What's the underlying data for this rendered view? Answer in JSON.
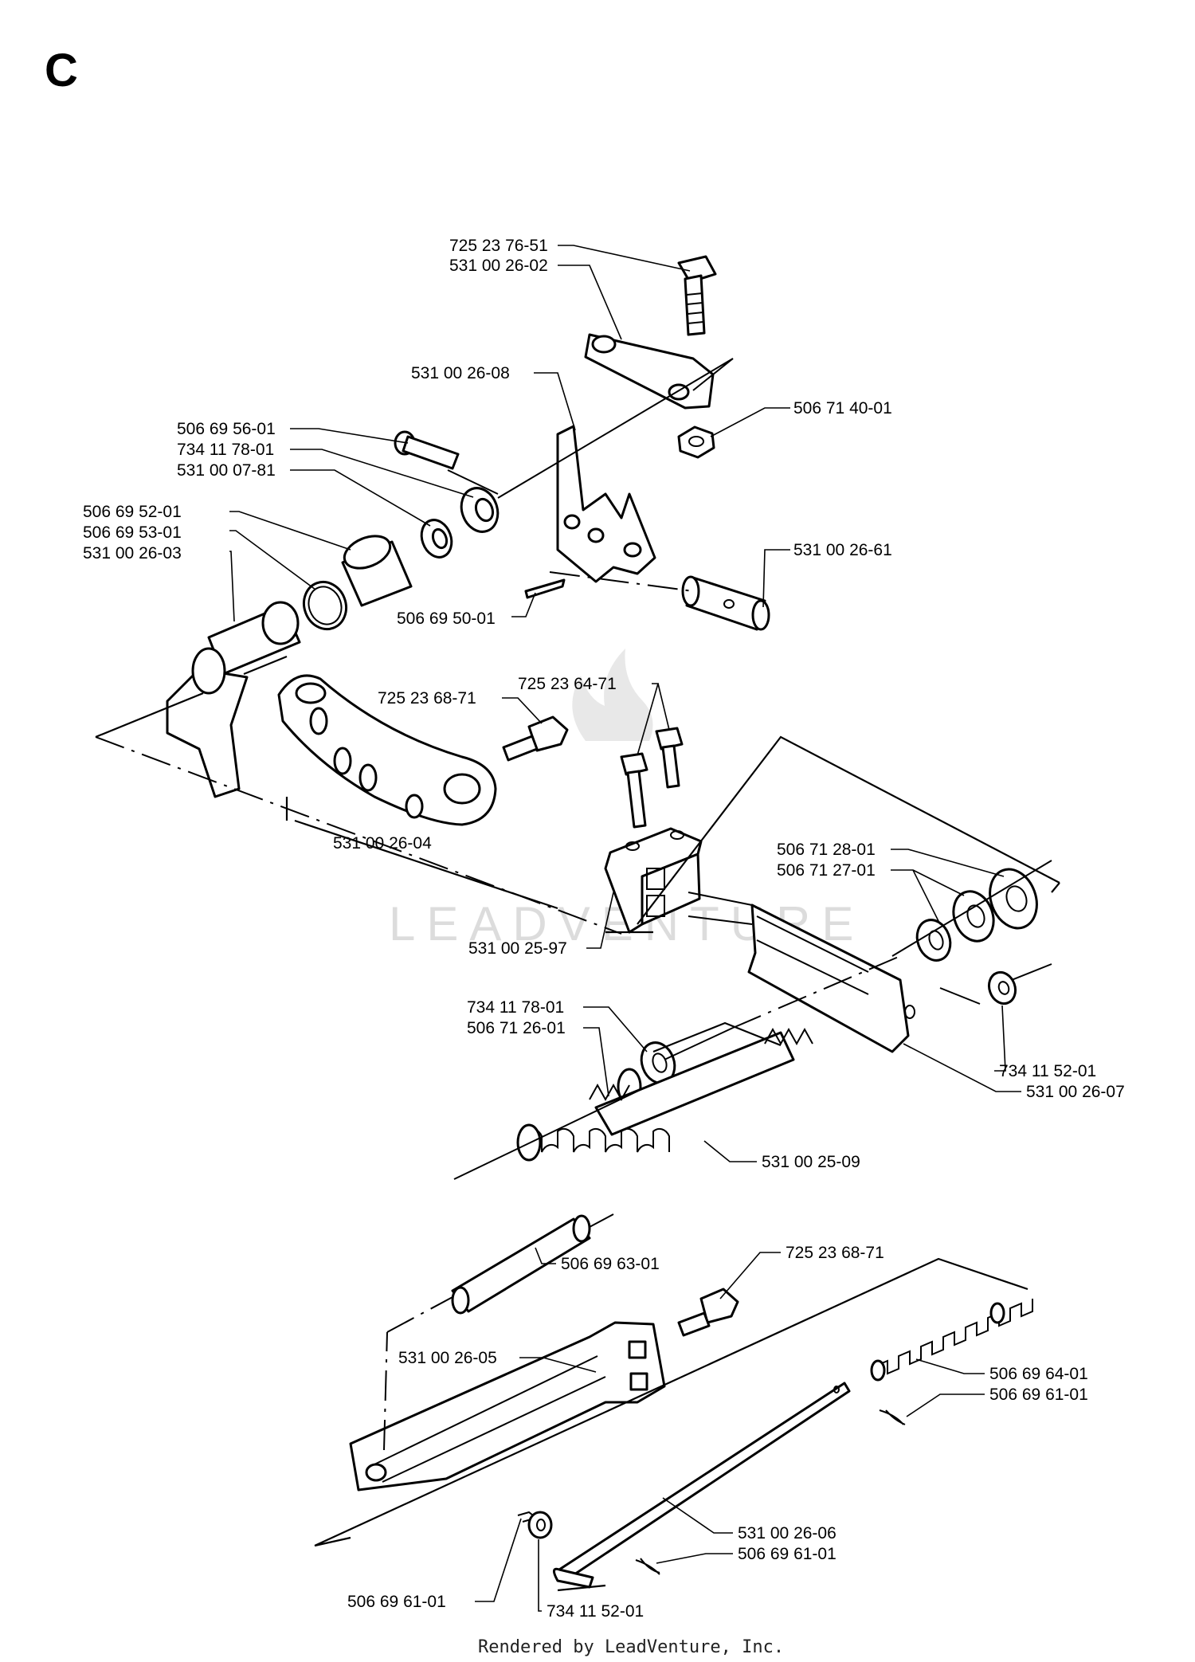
{
  "title": "C",
  "watermark": "LEADVENTURE",
  "footer": "Rendered by LeadVenture, Inc.",
  "labels": {
    "l01": "725 23 76-51",
    "l02": "531 00 26-02",
    "l03": "531 00 26-08",
    "l04": "506 71 40-01",
    "l05": "506 69 56-01",
    "l06": "734 11 78-01",
    "l07": "531 00 07-81",
    "l08": "506 69 52-01",
    "l09": "506 69 53-01",
    "l10": "531 00 26-03",
    "l11": "531 00 26-61",
    "l12": "506 69 50-01",
    "l13": "725 23 68-71",
    "l14": "725 23 64-71",
    "l15": "531 00 26-04",
    "l16": "506 71 28-01",
    "l17": "506 71 27-01",
    "l18": "531 00 25-97",
    "l19": "734 11 78-01",
    "l20": "506 71 26-01",
    "l21": "734 11 52-01",
    "l22": "531 00 26-07",
    "l23": "531 00 25-09",
    "l24": "506 69 63-01",
    "l25": "725 23 68-71",
    "l26": "531 00 26-05",
    "l27": "506 69 64-01",
    "l28": "506 69 61-01",
    "l29": "531 00 26-06",
    "l30": "506 69 61-01",
    "l31": "506 69 61-01",
    "l32": "734 11 52-01"
  }
}
